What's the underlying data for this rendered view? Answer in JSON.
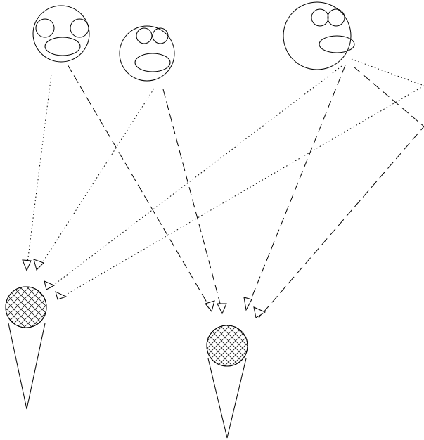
{
  "diagram": {
    "faces": [
      {
        "id": "face-left",
        "eyes": "apart"
      },
      {
        "id": "face-middle",
        "eyes": "together"
      },
      {
        "id": "face-right",
        "eyes": "together-offset"
      }
    ],
    "microphones": [
      {
        "id": "mic-left",
        "pattern": "crosshatch"
      },
      {
        "id": "mic-right",
        "pattern": "crosshatch"
      }
    ],
    "connections": [
      {
        "from": "face-left",
        "to": "mic-left",
        "style": "dotted"
      },
      {
        "from": "face-left",
        "to": "mic-right",
        "style": "dashed"
      },
      {
        "from": "face-middle",
        "to": "mic-left",
        "style": "dotted"
      },
      {
        "from": "face-middle",
        "to": "mic-right",
        "style": "dashed"
      },
      {
        "from": "face-right",
        "to": "mic-left",
        "style": "dotted"
      },
      {
        "from": "face-right",
        "to": "mic-left",
        "style": "dotted",
        "via": "reflection"
      },
      {
        "from": "face-right",
        "to": "mic-right",
        "style": "dashed"
      },
      {
        "from": "face-right",
        "to": "mic-right",
        "style": "dashed",
        "via": "reflection"
      }
    ],
    "colors": {
      "line": "#000000",
      "background": "#ffffff"
    }
  }
}
